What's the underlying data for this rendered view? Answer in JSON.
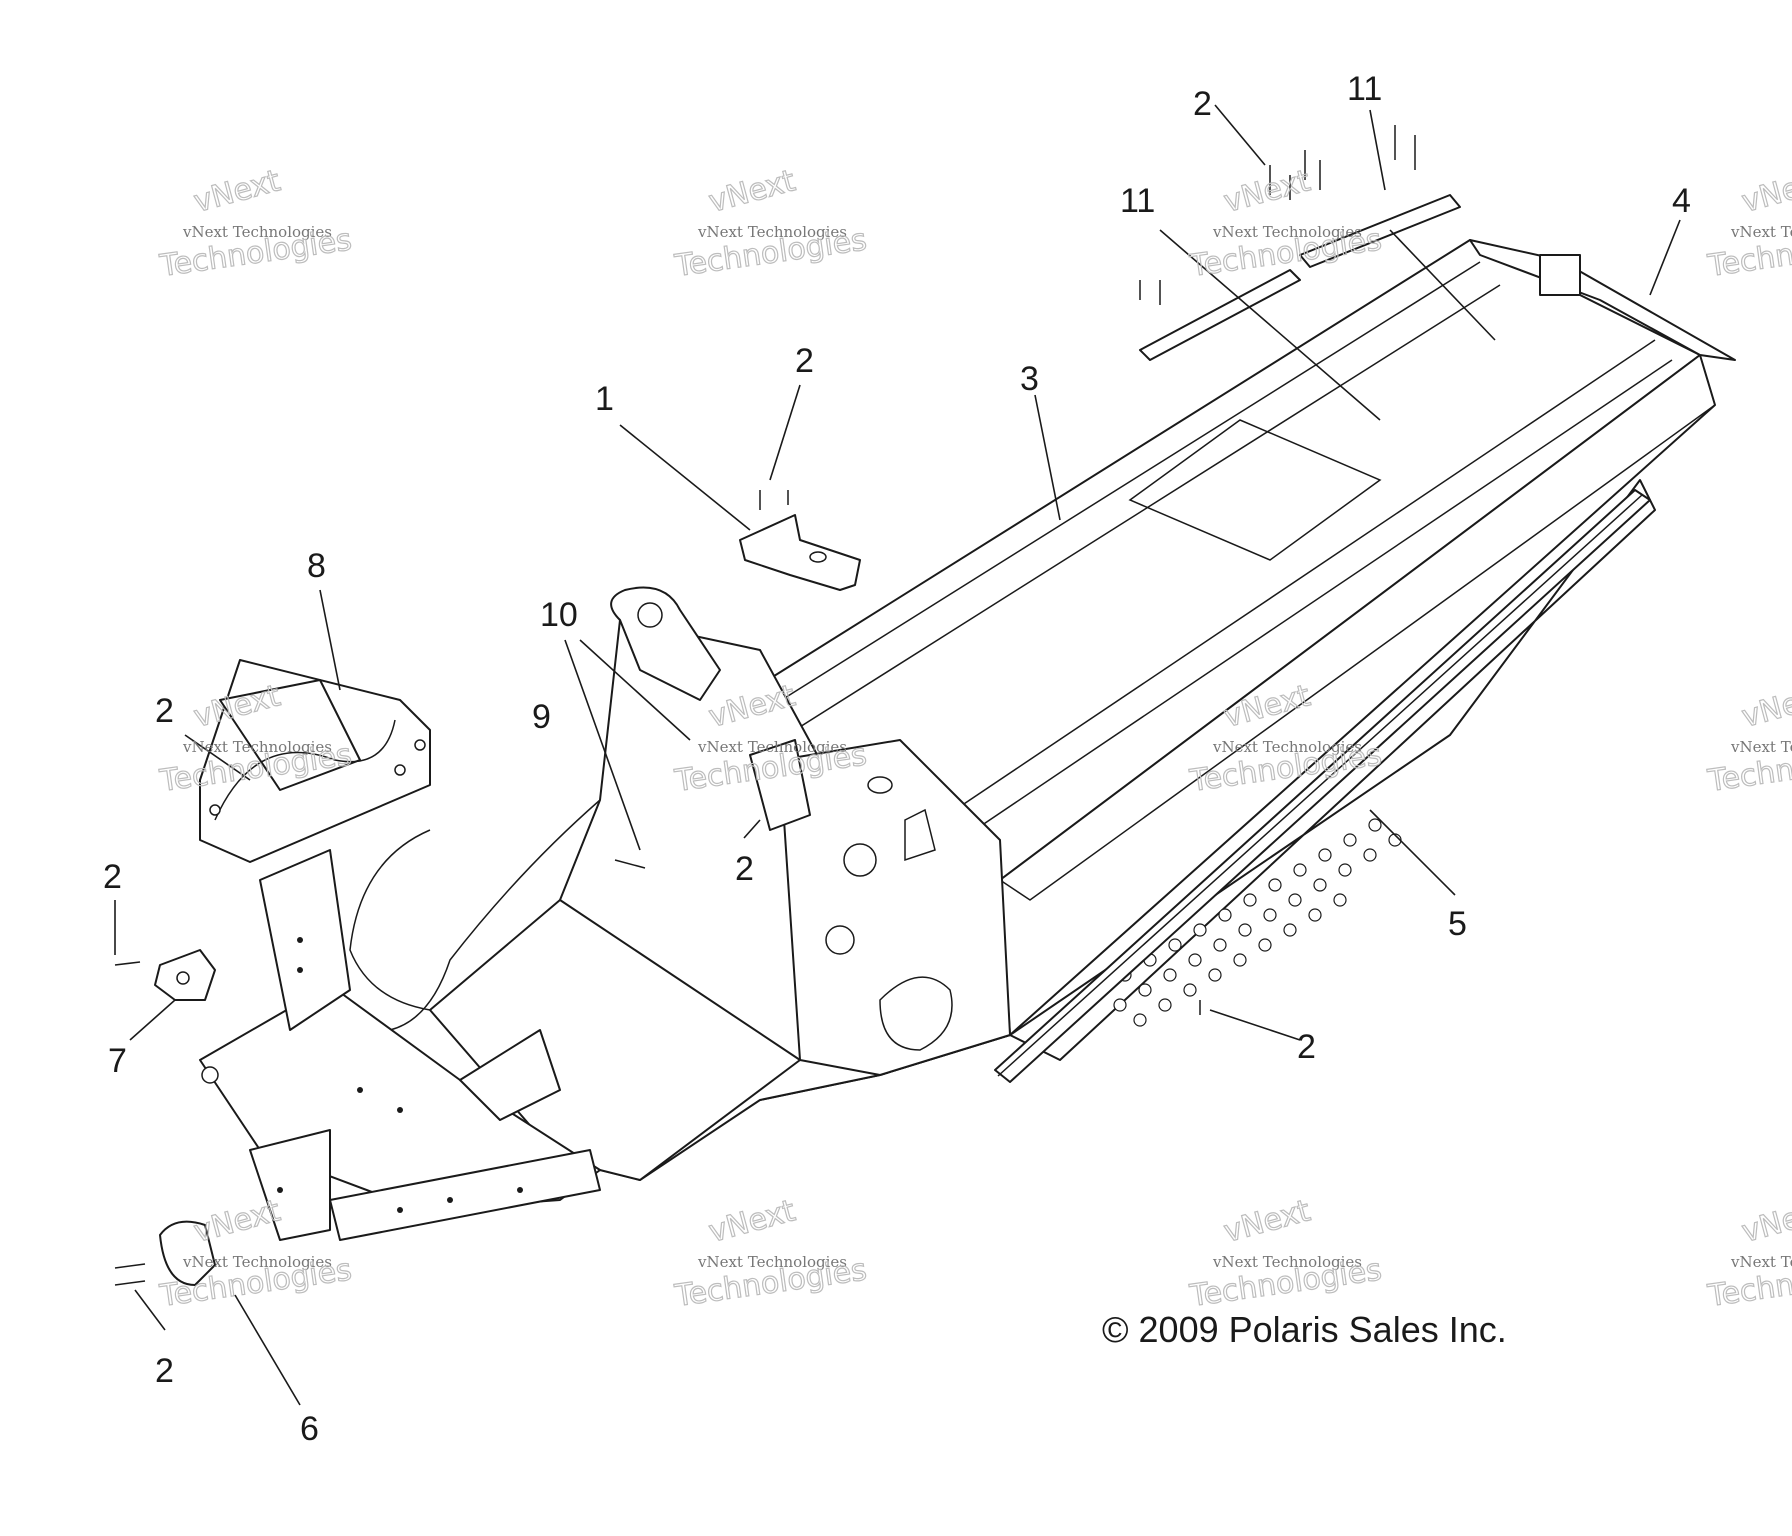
{
  "callouts": {
    "c1": "1",
    "c2": "2",
    "c3": "3",
    "c4": "4",
    "c5": "5",
    "c6": "6",
    "c7": "7",
    "c8": "8",
    "c9": "9",
    "c10": "10",
    "c11": "11"
  },
  "watermark": {
    "line1": "vNext Technologies",
    "line2": "vNext",
    "line3": "Technologies"
  },
  "copyright": "© 2009 Polaris Sales Inc."
}
